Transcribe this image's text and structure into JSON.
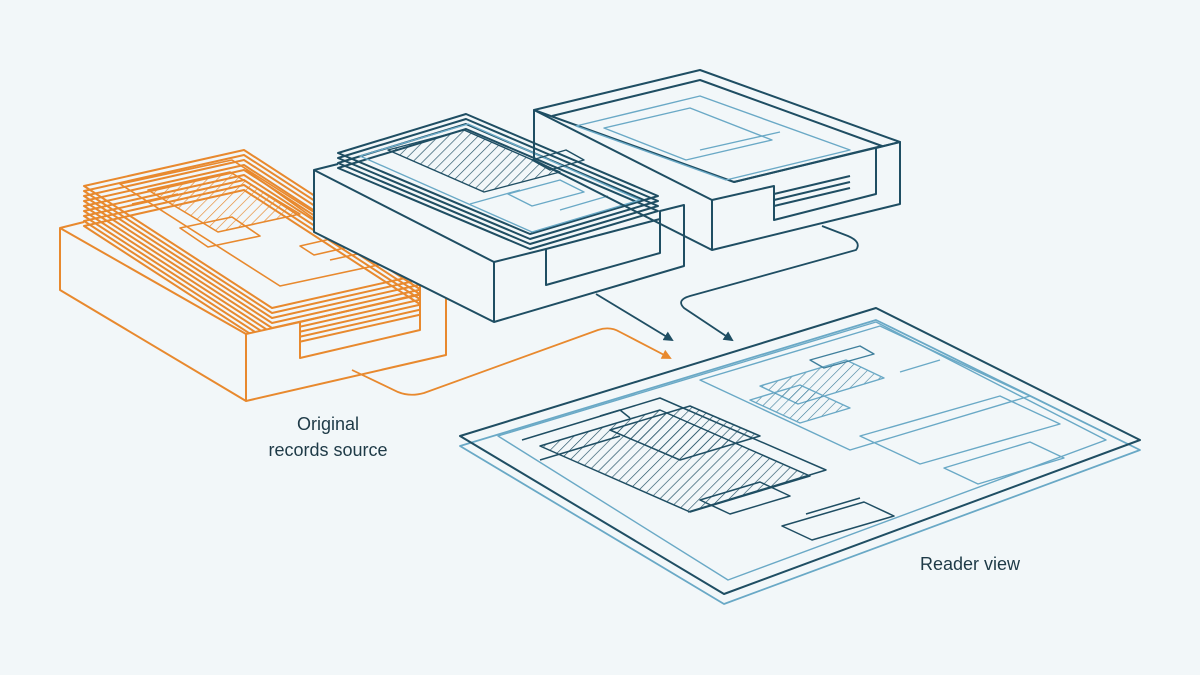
{
  "labels": {
    "source_line1": "Original",
    "source_line2": "records source",
    "reader": "Reader view"
  },
  "colors": {
    "background": "#f2f7f9",
    "source_stroke": "#e8892e",
    "tray_stroke": "#1f4e63",
    "light_stroke": "#6aa9c6",
    "text": "#1e3a47"
  }
}
